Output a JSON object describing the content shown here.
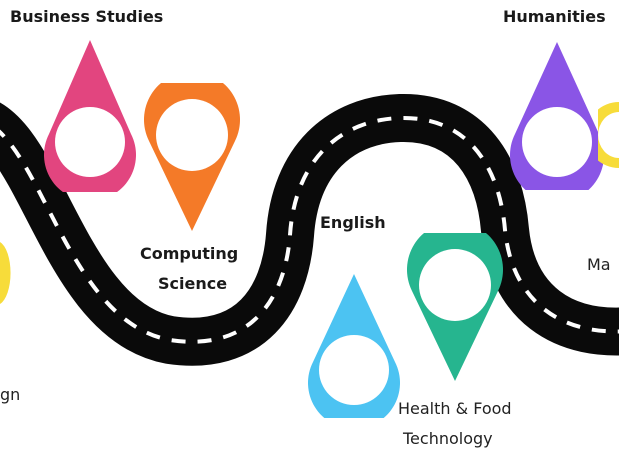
{
  "labels": {
    "business_studies": "Business Studies",
    "humanities": "Humanities",
    "computing_line1": "Computing",
    "computing_line2": "Science",
    "english": "English",
    "design_partial": "gn",
    "maths_partial": "Ma",
    "hft_line1": "Health & Food",
    "hft_line2": "Technology"
  },
  "colors": {
    "road": "#0a0a0a",
    "road_dash": "#ffffff",
    "business_studies_pin": "#e2457f",
    "computing_pin": "#f47a28",
    "english_pin": "#4cc3f2",
    "hft_pin": "#26b58f",
    "humanities_pin": "#8a55e6",
    "yellow_pin": "#f7dc3a"
  }
}
